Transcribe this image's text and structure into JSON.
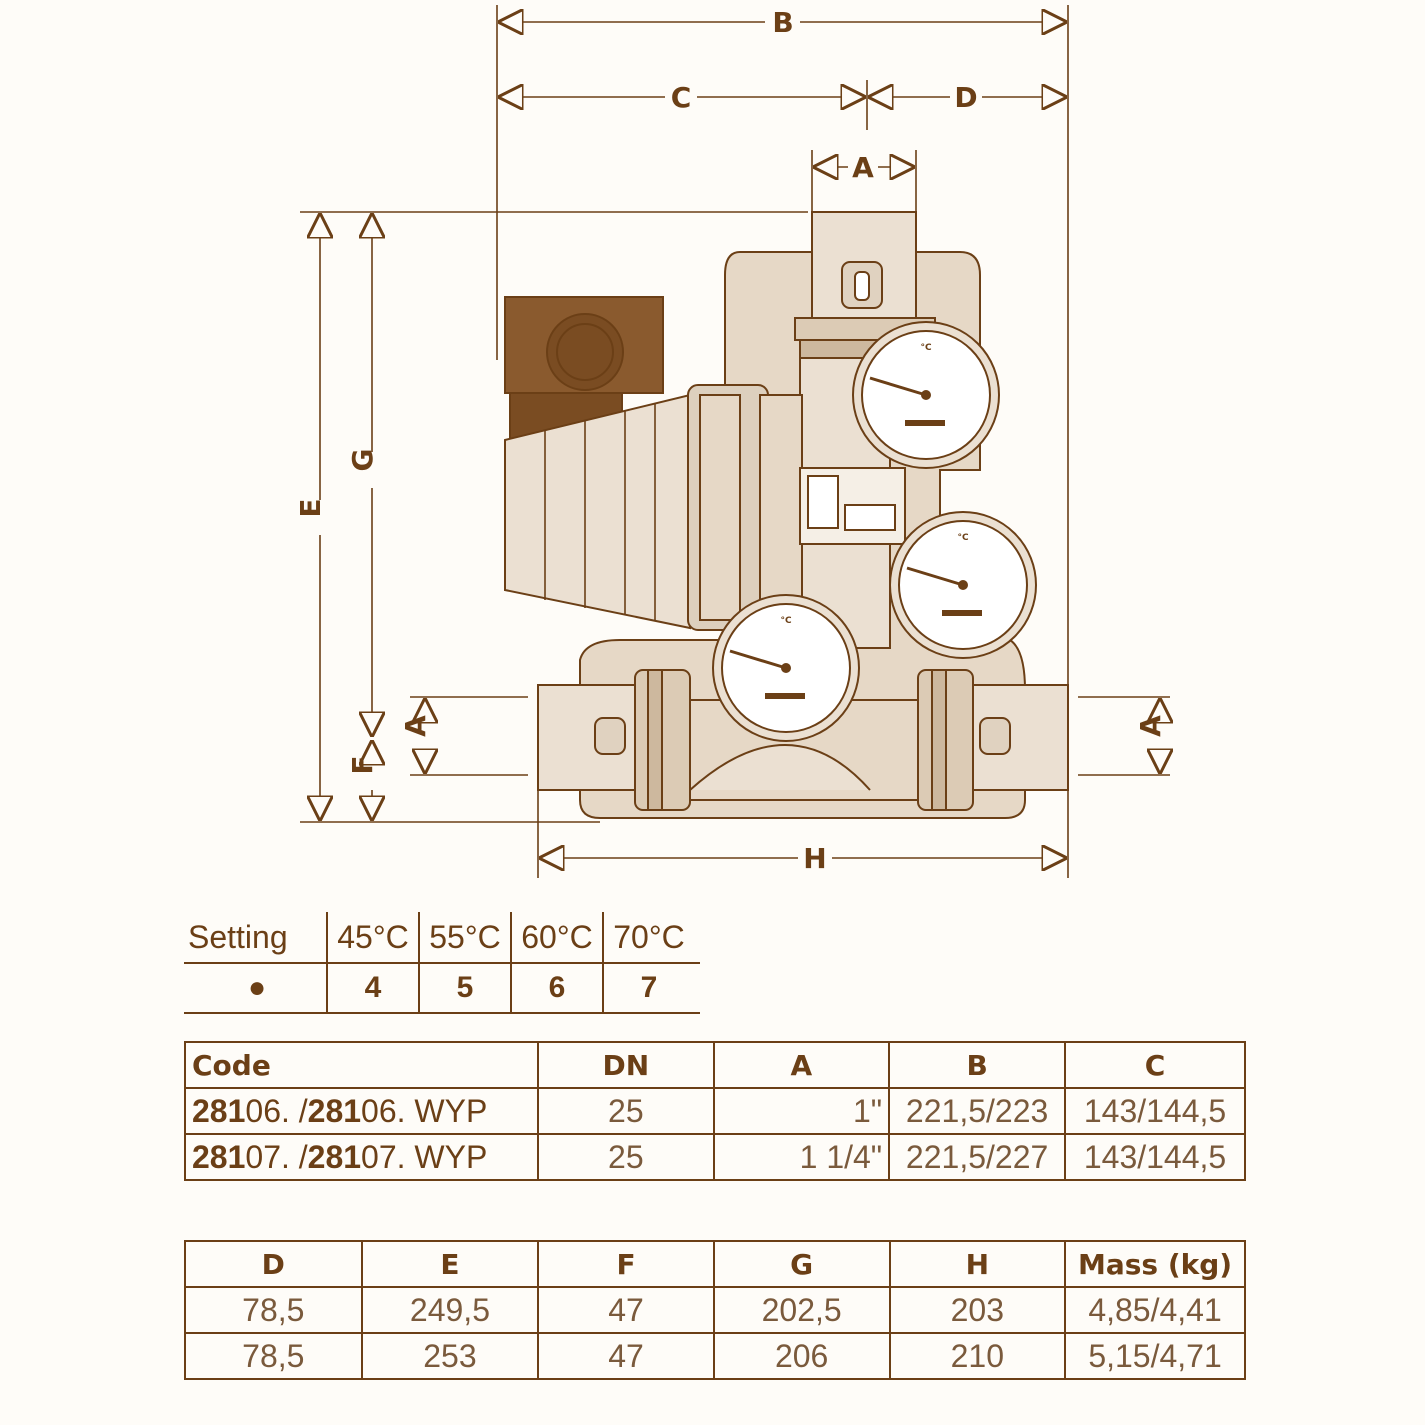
{
  "dimension_labels": {
    "B": "B",
    "C": "C",
    "D": "D",
    "A_top": "A",
    "E": "E",
    "G": "G",
    "F": "F",
    "A_left": "A",
    "A_right": "A",
    "H": "H"
  },
  "setting_table": {
    "header": "Setting",
    "temps": [
      "45°C",
      "55°C",
      "60°C",
      "70°C"
    ],
    "marker": "●",
    "values": [
      "4",
      "5",
      "6",
      "7"
    ]
  },
  "table1": {
    "headers": [
      "Code",
      "DN",
      "A",
      "B",
      "C"
    ],
    "rows": [
      {
        "code_bold1": "281",
        "code_plain1": "06.",
        "sep": " /",
        "code_bold2": "281",
        "code_plain2": "06.",
        "code_suffix": " WYP",
        "dn": "25",
        "a": "1\"",
        "b": "221,5/223",
        "c": "143/144,5"
      },
      {
        "code_bold1": "281",
        "code_plain1": "07.",
        "sep": " /",
        "code_bold2": "281",
        "code_plain2": "07.",
        "code_suffix": " WYP",
        "dn": "25",
        "a": "1 1/4\"",
        "b": "221,5/227",
        "c": "143/144,5"
      }
    ]
  },
  "table2": {
    "headers": [
      "D",
      "E",
      "F",
      "G",
      "H",
      "Mass (kg)"
    ],
    "rows": [
      [
        "78,5",
        "249,5",
        "47",
        "202,5",
        "203",
        "4,85/4,41"
      ],
      [
        "78,5",
        "253",
        "47",
        "206",
        "210",
        "5,15/4,71"
      ]
    ]
  },
  "colors": {
    "ink": "#6b3f16",
    "body": "#e8dccd",
    "body_dark": "#d8c6b0",
    "motor_cap": "#8a5a2e",
    "background": "#fefcf8"
  }
}
